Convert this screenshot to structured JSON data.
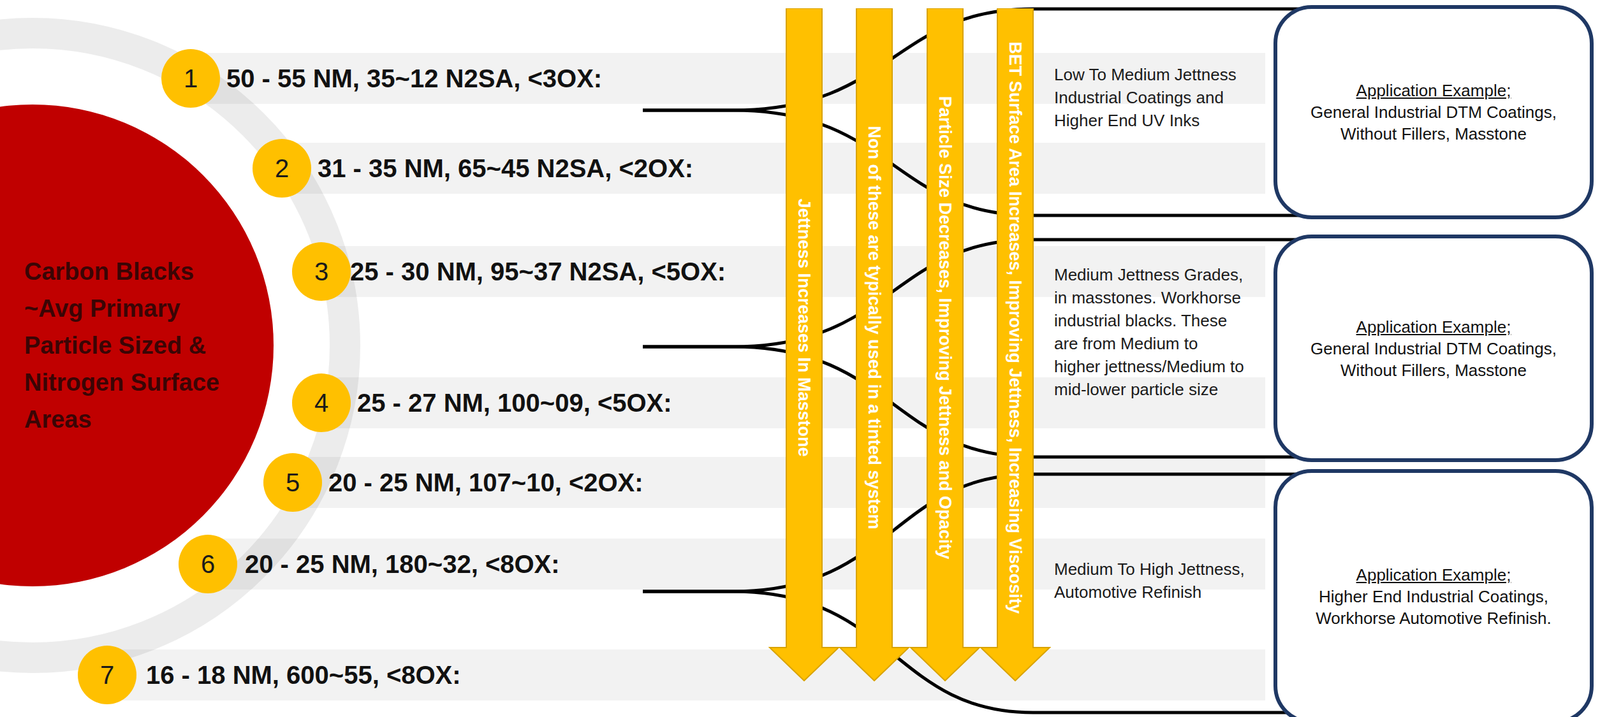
{
  "diagram": {
    "nodes": [
      {
        "text": [
          "Carbon Blacks ~Avg Primary Particle Sized & Nitrogen Surface Areas"
        ]
      },
      {
        "text": [
          "1"
        ]
      },
      {
        "text": [
          "50 - 55 NM, 35~12 N2SA, <3OX:"
        ]
      },
      {
        "text": [
          "2"
        ]
      },
      {
        "text": [
          "31 - 35 NM, 65~45 N2SA, <2OX:"
        ]
      },
      {
        "text": [
          "3"
        ]
      },
      {
        "text": [
          "25 - 30 NM, 95~37 N2SA, <5OX:"
        ]
      },
      {
        "text": [
          "4"
        ]
      },
      {
        "text": [
          "25 - 27 NM, 100~09, <5OX:"
        ]
      },
      {
        "text": [
          "5"
        ]
      },
      {
        "text": [
          "20 - 25 NM, 107~10, <2OX:"
        ]
      },
      {
        "text": [
          "6"
        ]
      },
      {
        "text": [
          "20 - 25 NM, 180~32, <8OX:"
        ]
      },
      {
        "text": [
          "7"
        ]
      },
      {
        "text": [
          "16 - 18 NM, 600~55, <8OX:"
        ]
      },
      {
        "text": [
          "Jettness Increases In Masstone"
        ]
      },
      {
        "text": [
          "Non of these are typically used in a tinted system"
        ]
      },
      {
        "text": [
          "Particle Size Decreases, Improving Jettness and Opacity"
        ]
      },
      {
        "text": [
          "BET Surface Area Increases, Improving Jettness, Increasing Viscosity"
        ]
      },
      {
        "text": [
          "Application Example;",
          "General Industrial DTM Coatings, Without Fillers, Masstone"
        ]
      },
      {
        "text": [
          "Application Example;",
          "General Industrial DTM Coatings, Without Fillers, Masstone"
        ]
      },
      {
        "text": [
          "Application Example;",
          "Higher End Industrial Coatings, Workhorse Automotive Refinish."
        ]
      }
    ],
    "labels": [
      "Low To Medium Jettness Industrial Coatings and Higher End UV Inks",
      "Medium Jettness Grades, in masstones. Workhorse industrial blacks. These are from Medium to higher jettness/Medium to mid-lower particle size",
      "Medium To High Jettness, Automotive Refinish"
    ]
  }
}
